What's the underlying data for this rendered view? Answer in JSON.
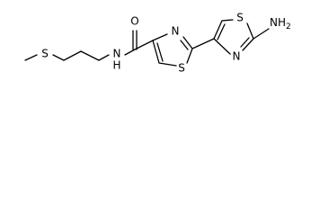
{
  "molecule": {
    "atoms": {
      "methylthio_s": "S",
      "amide_n": "N",
      "amide_h": "H",
      "carbonyl_o": "O",
      "thiazole1_n": "N",
      "thiazole1_s": "S",
      "thiazole2_n": "N",
      "thiazole2_s": "S",
      "amino_n": "NH",
      "amino_sub": "2"
    }
  },
  "colors": {
    "bond": "#000000",
    "atom_label": "#000000",
    "background": "#ffffff"
  }
}
